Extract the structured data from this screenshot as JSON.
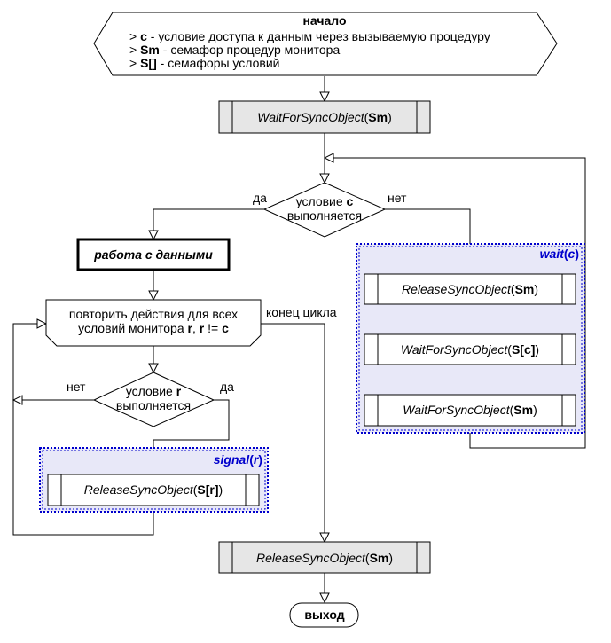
{
  "start": {
    "title": "начало",
    "line1_prefix": "> ",
    "line1_bold": "c",
    "line1_rest": " - условие доступа к данным через вызываемую процедуру",
    "line2_prefix": "> ",
    "line2_bold": "Sm",
    "line2_rest": " - семафор процедур монитора",
    "line3_prefix": "> ",
    "line3_bold": "S[]",
    "line3_rest": " - семафоры условий"
  },
  "wait_sync_top": {
    "italic": "WaitForSyncObject",
    "open": "(",
    "arg": "Sm",
    "close": ")"
  },
  "cond_c": {
    "line1_text": "условие ",
    "line1_bold": "c",
    "line2": "выполняется",
    "yes": "да",
    "no": "нет"
  },
  "work": {
    "label": "работа с данными"
  },
  "loop": {
    "line1": "повторить действия для всех",
    "line2_text": "условий монитора ",
    "line2_r": "r",
    "line2_sep": ", ",
    "line2_r2": "r",
    "line2_neq": " != ",
    "line2_c": "c",
    "end_label": "конец цикла"
  },
  "cond_r": {
    "line1_text": "условие ",
    "line1_bold": "r",
    "line2": "выполняется",
    "yes": "да",
    "no": "нет"
  },
  "signal_group": {
    "title_italic": "signal",
    "title_open": "(",
    "title_arg": "r",
    "title_close": ")"
  },
  "release_sr": {
    "italic": "ReleaseSyncObject",
    "open": "(",
    "arg": "S[r]",
    "close": ")"
  },
  "wait_group": {
    "title_italic": "wait",
    "title_open": "(",
    "title_arg": "c",
    "title_close": ")"
  },
  "release_sm_wait": {
    "italic": "ReleaseSyncObject",
    "open": "(",
    "arg": "Sm",
    "close": ")"
  },
  "wait_sc": {
    "italic": "WaitForSyncObject",
    "open": "(",
    "arg": "S[c]",
    "close": ")"
  },
  "wait_sm_wait": {
    "italic": "WaitForSyncObject",
    "open": "(",
    "arg": "Sm",
    "close": ")"
  },
  "release_sm_bottom": {
    "italic": "ReleaseSyncObject",
    "open": "(",
    "arg": "Sm",
    "close": ")"
  },
  "end": {
    "label": "выход"
  },
  "colors": {
    "group_accent": "#0000cc",
    "group_fill": "#e8e8f8",
    "process_fill": "#e6e6e6"
  }
}
